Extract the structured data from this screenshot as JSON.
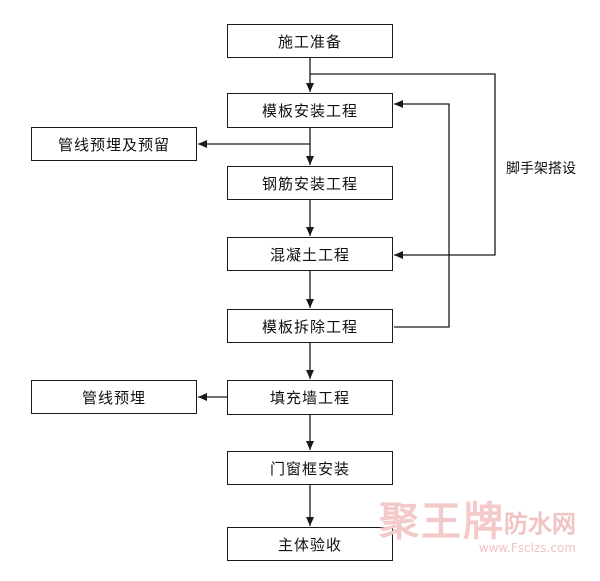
{
  "nodes": {
    "prep": "施工准备",
    "formwork_install": "模板安装工程",
    "rebar_install": "钢筋安装工程",
    "concrete": "混凝土工程",
    "formwork_remove": "模板拆除工程",
    "infill_wall": "填充墙工程",
    "window_frame": "门窗框安装",
    "acceptance": "主体验收",
    "pipe_embed_reserve": "管线预埋及预留",
    "pipe_embed": "管线预埋"
  },
  "side_label": "脚手架搭设",
  "watermark": {
    "brand": "聚王牌",
    "brand2": "防水网",
    "url": "www.Fsclzs.com"
  }
}
